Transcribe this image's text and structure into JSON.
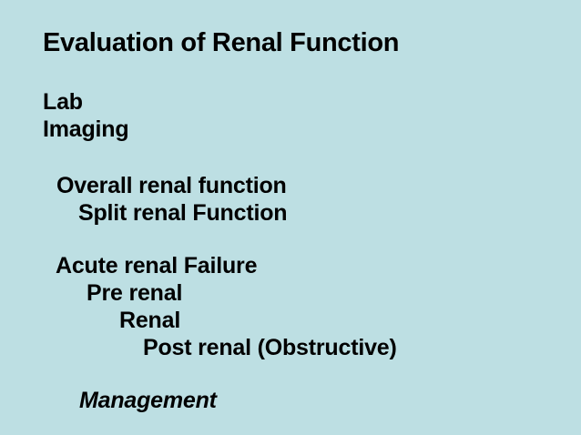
{
  "slide": {
    "background_color": "#bddfe3",
    "text_color": "#000000",
    "title": "Evaluation of Renal Function",
    "groups": [
      {
        "name": "modalities",
        "lines": [
          {
            "text": "Lab",
            "indent_level": 0
          },
          {
            "text": "Imaging",
            "indent_level": 0
          }
        ]
      },
      {
        "name": "function-assessment",
        "lines": [
          {
            "text": "Overall renal function",
            "indent_level": 1
          },
          {
            "text": "Split renal Function",
            "indent_level": 2
          }
        ]
      },
      {
        "name": "acute-renal-failure",
        "lines": [
          {
            "text": "Acute renal Failure",
            "indent_level": 1
          },
          {
            "text": "Pre renal",
            "indent_level": 2
          },
          {
            "text": "Renal",
            "indent_level": 3
          },
          {
            "text": "Post renal (Obstructive)",
            "indent_level": 4
          }
        ]
      },
      {
        "name": "management",
        "lines": [
          {
            "text": "Management",
            "indent_level": 2,
            "style": "bold-italic"
          }
        ]
      }
    ]
  }
}
